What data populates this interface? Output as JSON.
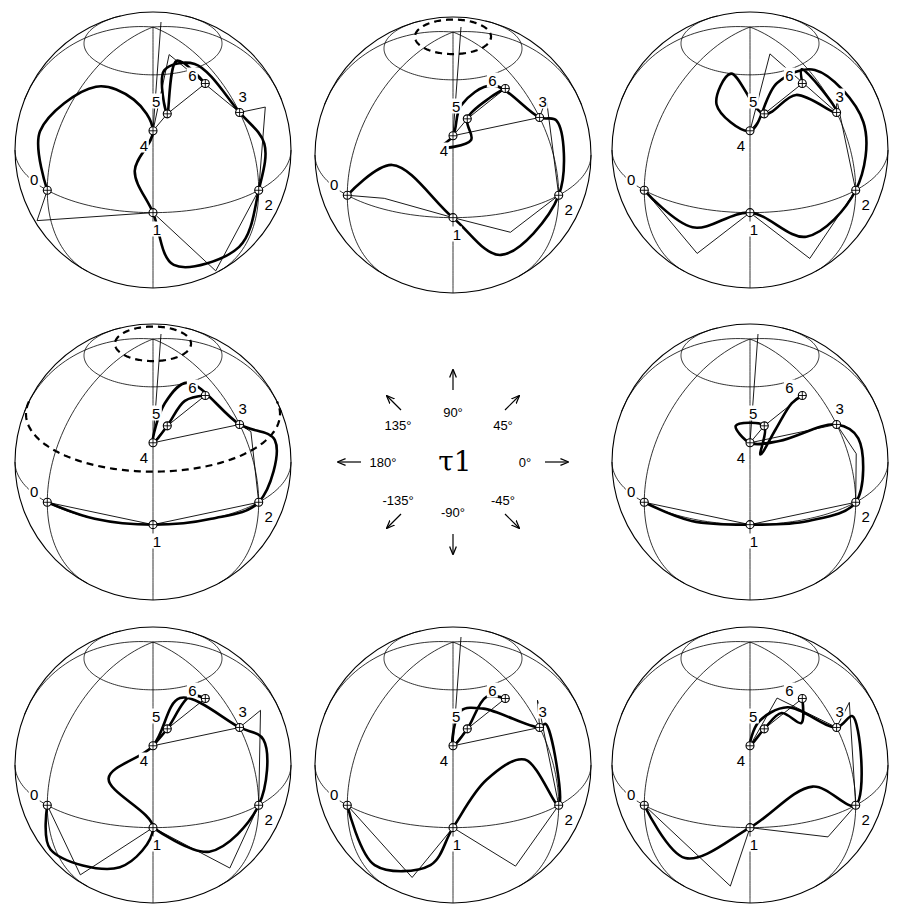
{
  "diagram": {
    "labels": [
      "0",
      "1",
      "2",
      "3",
      "4",
      "5",
      "6",
      "0",
      "1",
      "2",
      "3",
      "4",
      "5",
      "6",
      "0",
      "1",
      "2",
      "3",
      "4",
      "5",
      "6",
      "0",
      "1",
      "2",
      "3",
      "4",
      "5",
      "6",
      "0",
      "1",
      "2",
      "3",
      "4",
      "5",
      "6",
      "0",
      "1",
      "2",
      "3",
      "4",
      "5",
      "6",
      "0",
      "1",
      "2",
      "3",
      "4",
      "5",
      "6",
      "0",
      "1",
      "2",
      "3",
      "4",
      "5",
      "6",
      "135°",
      "90°",
      "45°",
      "180°",
      "τ1",
      "0°",
      "-135°",
      "-90°",
      "-45°"
    ]
  }
}
